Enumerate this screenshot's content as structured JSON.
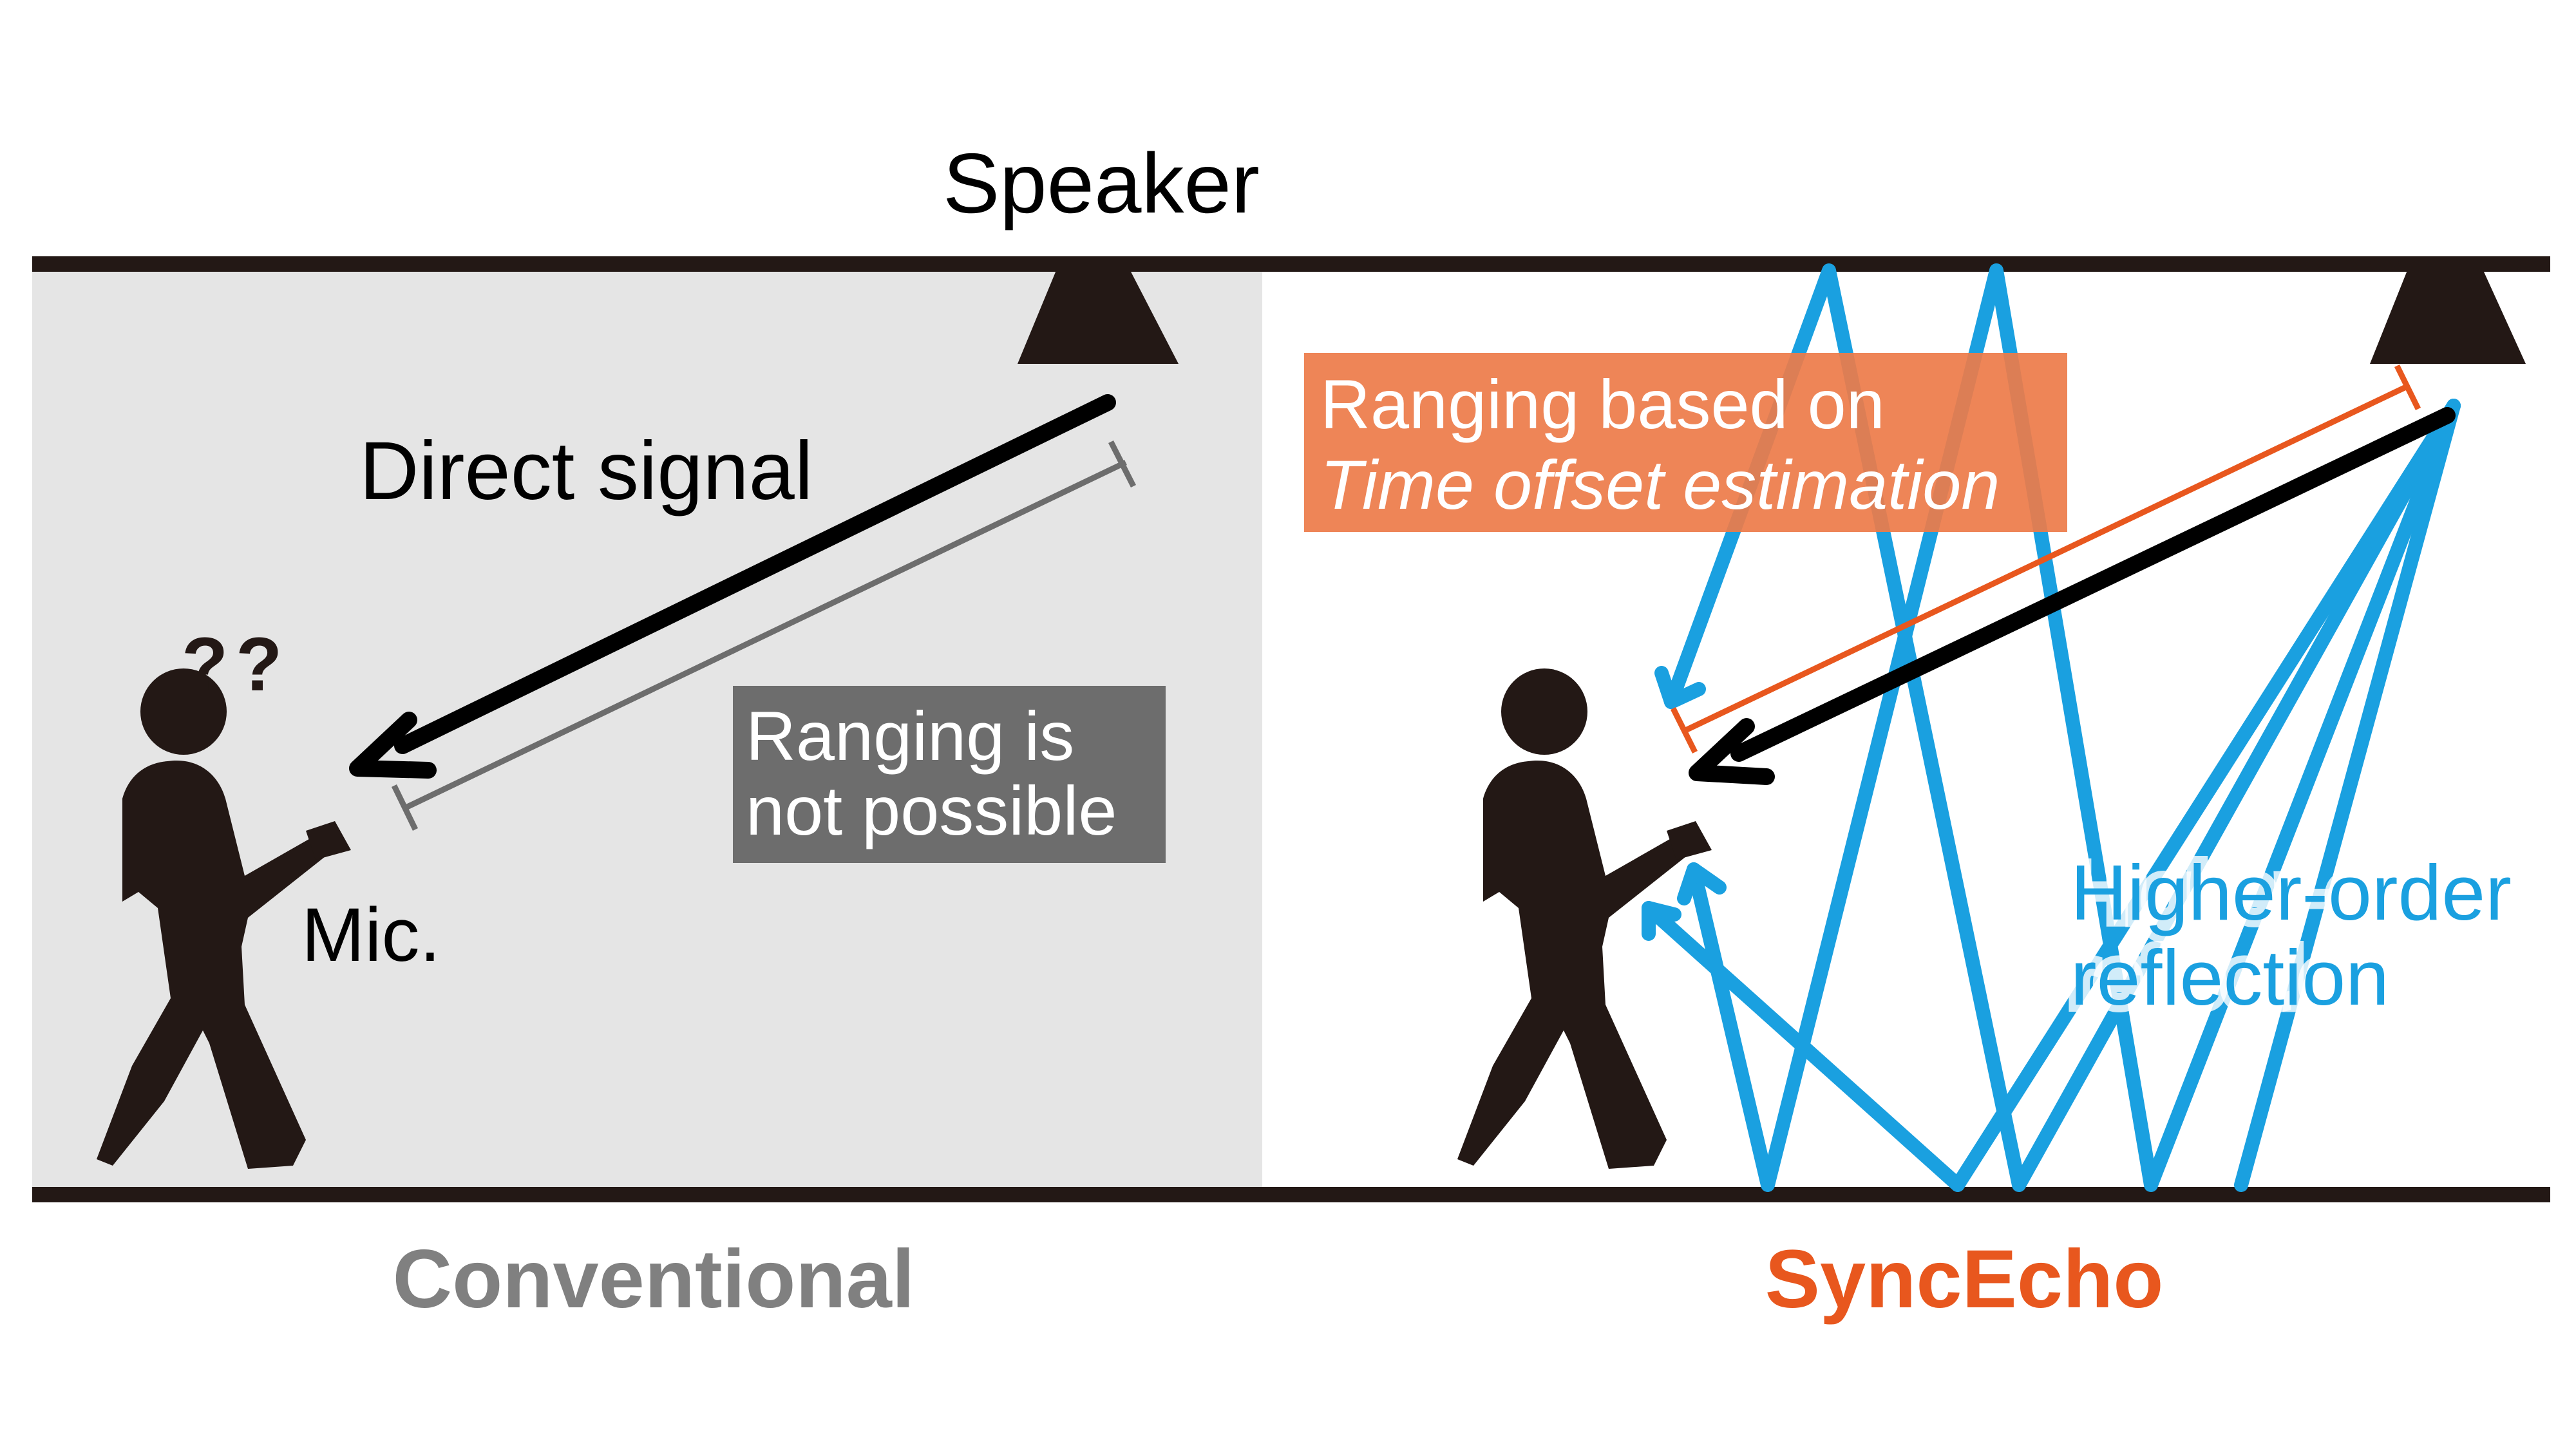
{
  "labels": {
    "speaker": "Speaker",
    "direct_signal": "Direct signal",
    "mic": "Mic.",
    "question_marks": "??",
    "ranging_not_possible_line1": "Ranging is",
    "ranging_not_possible_line2": "not possible",
    "ranging_based_on": "Ranging based on",
    "time_offset_estimation": "Time offset estimation",
    "higher_order_line1": "Higher-order",
    "higher_order_line2": "reflection",
    "conventional": "Conventional",
    "syncecho": "SyncEcho"
  },
  "colors": {
    "wall": "#231815",
    "conventional_bg": "#e5e5e5",
    "gray_box": "#6d6d6d",
    "gray_text": "#808080",
    "orange": "#e8571e",
    "orange_box": "#ed7b49",
    "blue": "#1aa0e0"
  }
}
